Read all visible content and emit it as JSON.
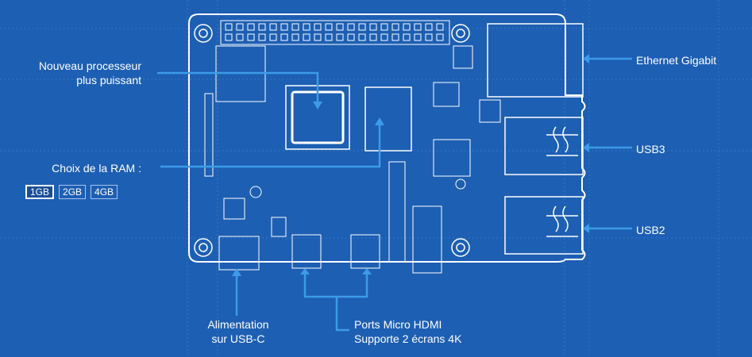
{
  "colors": {
    "background": "#1d5fb3",
    "outline": "#ffffff",
    "accent": "#3d9be9",
    "grid": "#3b7fd0"
  },
  "labels": {
    "processor_line1": "Nouveau processeur",
    "processor_line2": "plus puissant",
    "ram_title": "Choix de la RAM :",
    "ethernet": "Ethernet Gigabit",
    "usb3": "USB3",
    "usb2": "USB2",
    "power_line1": "Alimentation",
    "power_line2": "sur USB-C",
    "hdmi_line1": "Ports Micro HDMI",
    "hdmi_line2": "Supporte 2 écrans 4K"
  },
  "ram_options": [
    {
      "label": "1GB",
      "selected": true
    },
    {
      "label": "2GB",
      "selected": false
    },
    {
      "label": "4GB",
      "selected": false
    }
  ]
}
